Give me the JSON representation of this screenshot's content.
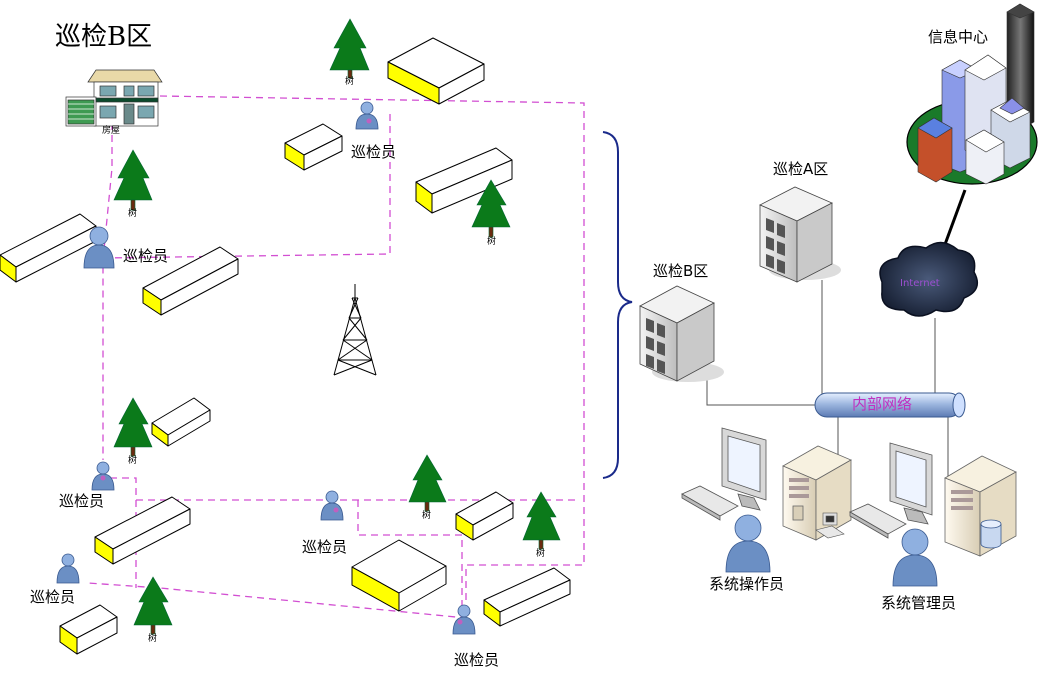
{
  "zone_title": "巡检B区",
  "house_label": "房屋",
  "tree_label": "树",
  "inspector_label": "巡检员",
  "zone_a_label": "巡检A区",
  "zone_b_label": "巡检B区",
  "info_center_label": "信息中心",
  "internet_label": "Internet",
  "intranet_label": "内部网络",
  "operator_label": "系统操作员",
  "admin_label": "系统管理员",
  "colors": {
    "patrol_path": "#d24fd2",
    "block_top": "#ffff00",
    "tree": "#0b7a1a",
    "person": "#6b8fc4",
    "brace": "#1a2a8a"
  }
}
